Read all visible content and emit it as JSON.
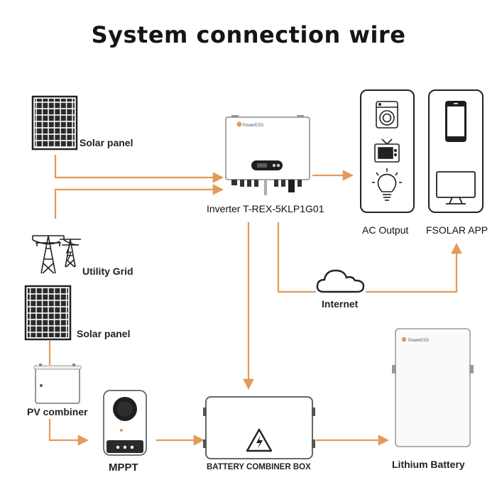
{
  "title": "System connection wire",
  "labels": {
    "solar_panel_top": "Solar panel",
    "utility_grid": "Utility Grid",
    "solar_panel_bottom": "Solar panel",
    "pv_combiner": "PV combiner",
    "mppt": "MPPT",
    "inverter": "Inverter T-REX-5KLP1G01",
    "ac_output": "AC Output",
    "fsolar_app": "FSOLAR APP",
    "internet": "Internet",
    "battery_combiner_box": "BATTERY COMBINER BOX",
    "lithium_battery": "Lithium Battery"
  },
  "device_logos": {
    "inverter": "PowerESS",
    "battery": "PowerESS"
  },
  "colors": {
    "wire": "#E39A5A",
    "device_outline": "#444444",
    "panel_cell": "#2b2b2b",
    "title": "#151515"
  }
}
